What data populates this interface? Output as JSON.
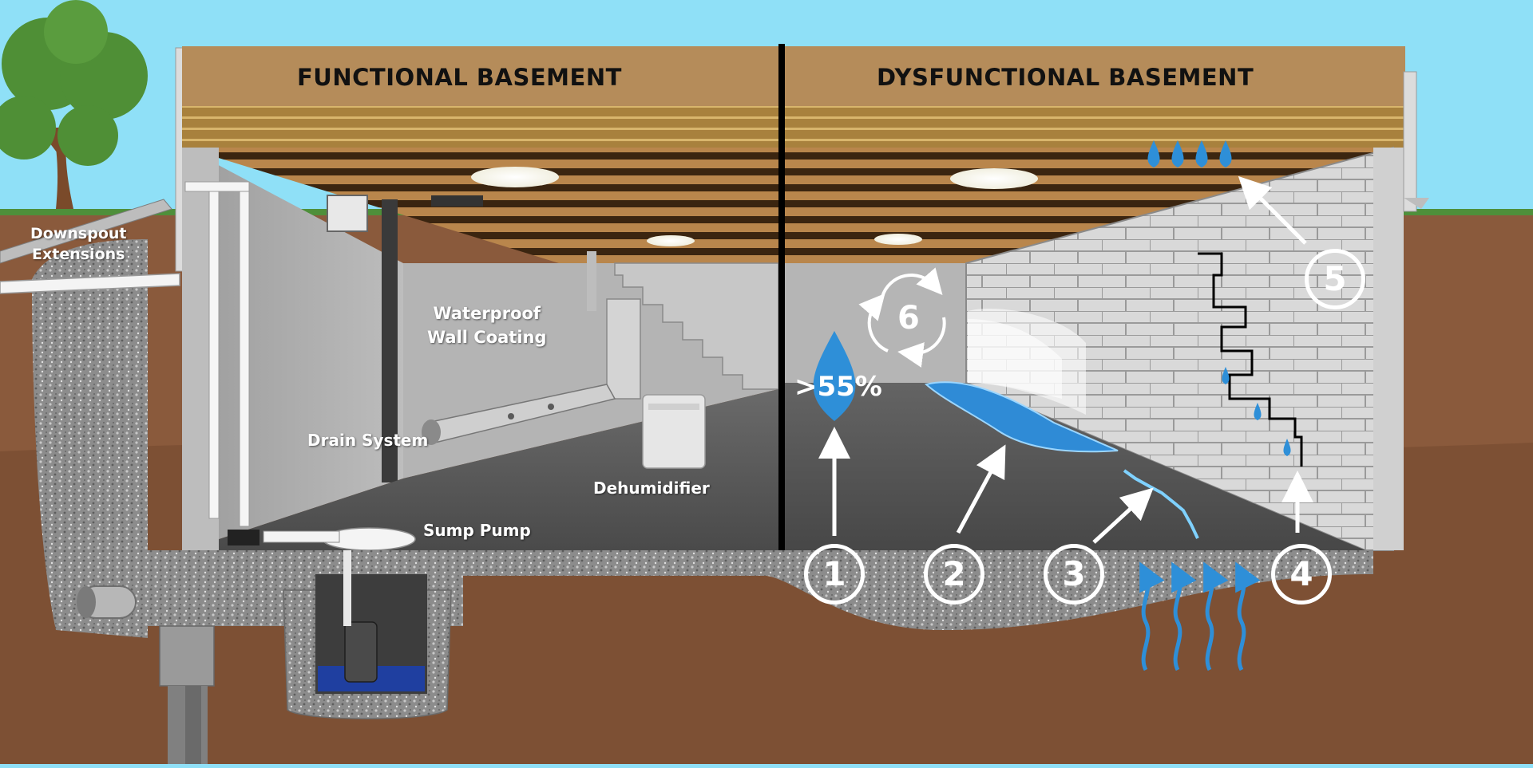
{
  "titles": {
    "functional": "FUNCTIONAL BASEMENT",
    "dysfunctional": "DYSFUNCTIONAL BASEMENT"
  },
  "labels": {
    "downspout_line1": "Downspout",
    "downspout_line2": "Extensions",
    "coating_line1": "Waterproof",
    "coating_line2": "Wall Coating",
    "drain": "Drain System",
    "dehumidifier": "Dehumidifier",
    "sump": "Sump Pump",
    "humidity": ">55%"
  },
  "markers": [
    "1",
    "2",
    "3",
    "4",
    "5",
    "6"
  ],
  "colors": {
    "sky": "#8fe0f7",
    "soil": "#8a5a3c",
    "gravel": "#8d8d8d",
    "joist": "#b08a52",
    "water": "#2e8fd8",
    "grass": "#4e8f3a"
  }
}
